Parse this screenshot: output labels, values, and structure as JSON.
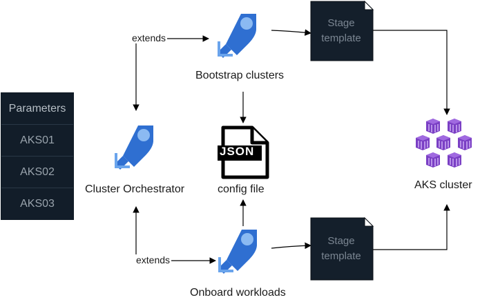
{
  "parameters": {
    "header": "Parameters",
    "rows": [
      "AKS01",
      "AKS02",
      "AKS03"
    ]
  },
  "nodes": {
    "bootstrap": "Bootstrap clusters",
    "orchestrator": "Cluster Orchestrator",
    "config": "config file",
    "config_icon_text": "JSON",
    "onboard": "Onboard workloads",
    "aks": "AKS cluster",
    "stage_top": "Stage\ntemplate",
    "stage_bottom": "Stage\ntemplate"
  },
  "edges": {
    "extends_top": "extends",
    "extends_bottom": "extends"
  },
  "colors": {
    "pipeline_dark": "#2f6fd1",
    "pipeline_light": "#6aa4ec",
    "aks_purple": "#7a3fc4",
    "document_fill": "#141f2b",
    "param_fill": "#121d29"
  },
  "icons": {
    "pipeline": "azure-pipelines-icon",
    "json": "json-file-icon",
    "aks": "kubernetes-cubes-icon",
    "document": "document-icon"
  }
}
